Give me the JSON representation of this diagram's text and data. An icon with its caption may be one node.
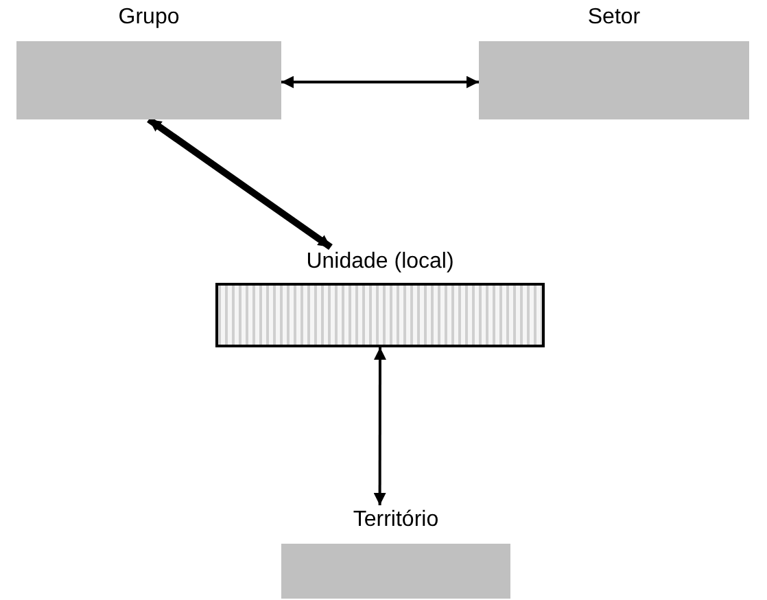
{
  "diagram": {
    "nodes": [
      {
        "text": [
          "Grupo"
        ]
      },
      {
        "text": [
          "Setor"
        ]
      },
      {
        "text": [
          "Unidade (local)"
        ]
      },
      {
        "text": [
          "Território"
        ]
      }
    ],
    "edges": [
      {
        "from": 0,
        "to": 1,
        "arrow": "both"
      },
      {
        "from": 0,
        "to": 2,
        "arrow": "both",
        "style": "thick"
      },
      {
        "from": 2,
        "to": 3,
        "arrow": "both"
      }
    ]
  }
}
